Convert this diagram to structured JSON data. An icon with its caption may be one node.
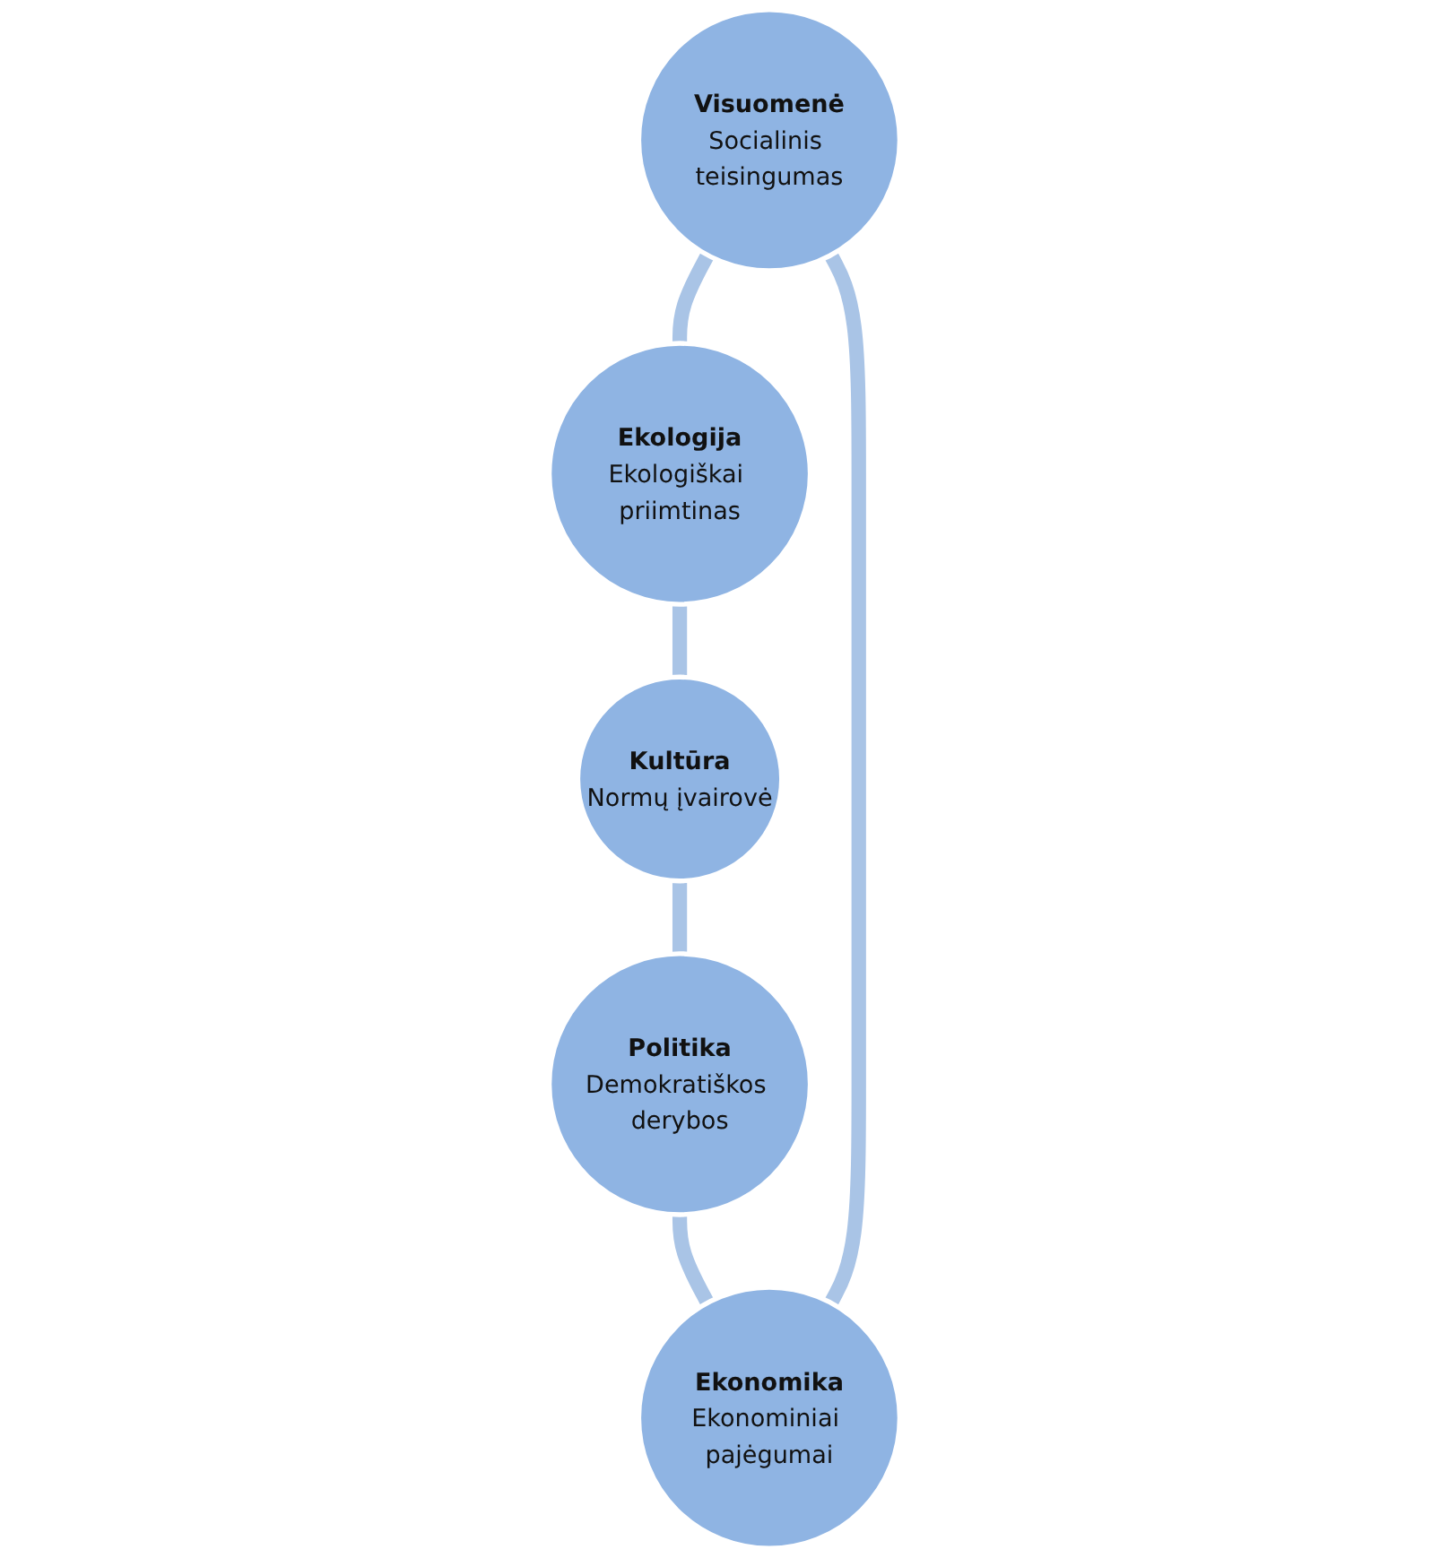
{
  "diagram": {
    "nodes": [
      {
        "text": [
          "Visuomenė",
          "Socialinis teisingumas"
        ]
      },
      {
        "text": [
          "Ekonomika",
          "Ekonominiai pajėgumai"
        ]
      },
      {
        "text": [
          "Ekologija",
          "Ekologiškai priimtinas"
        ]
      },
      {
        "text": [
          "Politika",
          "Demokratiškos derybos"
        ]
      },
      {
        "text": [
          "Kultūra",
          "Normų įvairovė"
        ]
      }
    ],
    "edges": [
      {
        "from": 0,
        "to": 2,
        "arrow": "none"
      },
      {
        "from": 2,
        "to": 4,
        "arrow": "none"
      },
      {
        "from": 4,
        "to": 3,
        "arrow": "none"
      },
      {
        "from": 3,
        "to": 1,
        "arrow": "none"
      },
      {
        "from": 1,
        "to": 0,
        "arrow": "none"
      }
    ]
  }
}
